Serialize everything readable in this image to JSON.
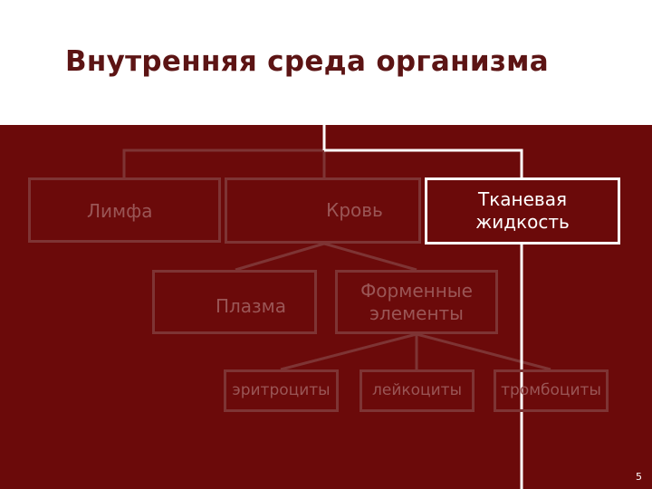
{
  "slide": {
    "title": "Внутренняя среда организма",
    "page_number": "5"
  },
  "nodes": {
    "lymph": "Лимфа",
    "blood": "Кровь",
    "tissue_fluid": "Тканевая жидкость",
    "plasma": "Плазма",
    "formed_elements": "Форменные элементы",
    "erythrocytes": "эритроциты",
    "leukocytes": "лейкоциты",
    "thrombocytes": "тромбоциты"
  },
  "colors": {
    "background": "#6b0a0a",
    "title": "#5c1414",
    "highlight": "#ffffff",
    "dim_border": "#7e3434",
    "dim_text": "#9a5656"
  }
}
